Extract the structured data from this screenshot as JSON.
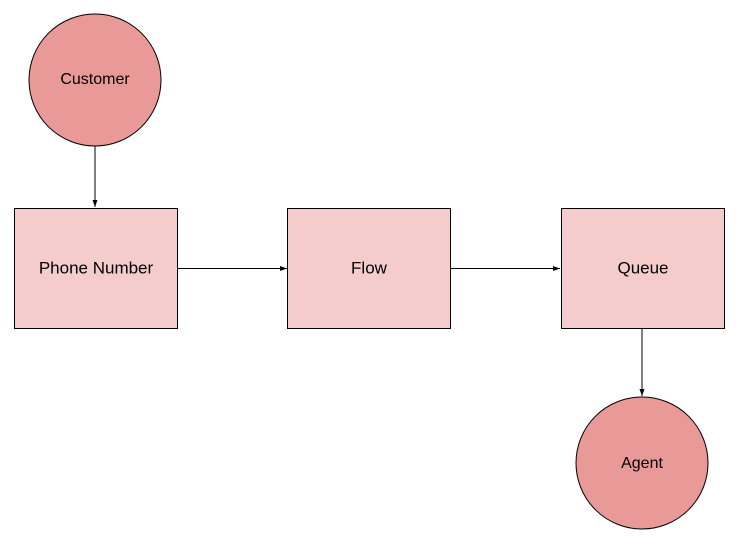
{
  "colors": {
    "background": "#ffffff",
    "circle_fill": "#ea9999",
    "box_fill": "#f4cccc",
    "stroke": "#000000"
  },
  "nodes": {
    "customer": {
      "label": "Customer",
      "shape": "circle"
    },
    "phone_number": {
      "label": "Phone Number",
      "shape": "rectangle"
    },
    "flow": {
      "label": "Flow",
      "shape": "rectangle"
    },
    "queue": {
      "label": "Queue",
      "shape": "rectangle"
    },
    "agent": {
      "label": "Agent",
      "shape": "circle"
    }
  },
  "edges": [
    {
      "from": "customer",
      "to": "phone_number"
    },
    {
      "from": "phone_number",
      "to": "flow"
    },
    {
      "from": "flow",
      "to": "queue"
    },
    {
      "from": "queue",
      "to": "agent"
    }
  ]
}
